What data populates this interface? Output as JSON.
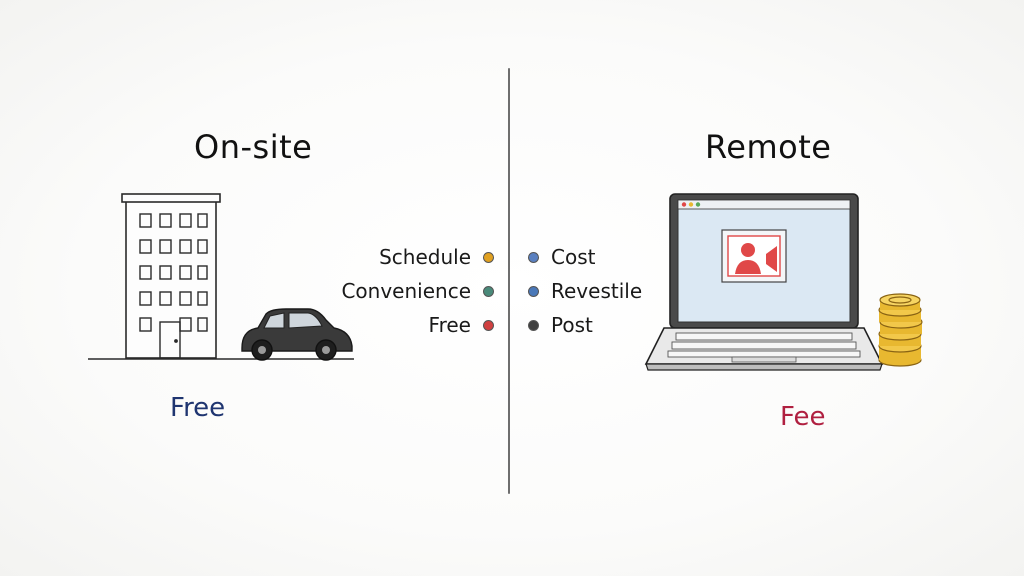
{
  "left_panel": {
    "title": "On-site",
    "price_label": "Free",
    "labels": [
      {
        "text": "Schedule",
        "dot_color": "#e0a020"
      },
      {
        "text": "Convenience",
        "dot_color": "#4a8a7a"
      },
      {
        "text": "Free",
        "dot_color": "#d04040"
      }
    ]
  },
  "right_panel": {
    "title": "Remote",
    "price_label": "Fee",
    "labels": [
      {
        "text": "Cost",
        "dot_color": "#5a80c0"
      },
      {
        "text": "Revestile",
        "dot_color": "#4a78b8"
      },
      {
        "text": "Post",
        "dot_color": "#404040"
      }
    ]
  },
  "colors": {
    "left_price": "#1f3570",
    "right_price": "#b02040",
    "video_icon": "#e04848",
    "screen": "#dbe8f3",
    "coins": "#e8b830"
  }
}
